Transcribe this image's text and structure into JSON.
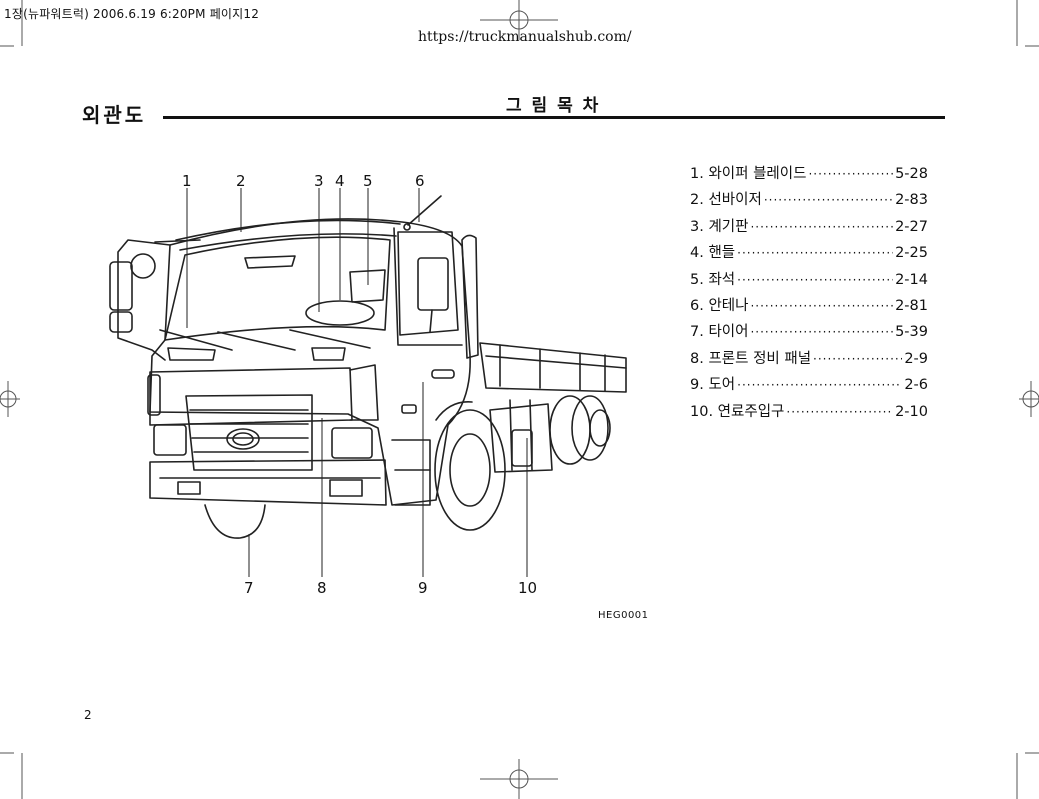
{
  "print_header": "1장(뉴파워트럭)  2006.6.19 6:20PM 페이지12",
  "source_url": "https://truckmanualshub.com/",
  "section_title": "외관도",
  "toc_title": "그 림 목 차",
  "toc": [
    {
      "label": "1. 와이퍼 블레이드",
      "page": "5-28"
    },
    {
      "label": "2. 선바이저",
      "page": "2-83"
    },
    {
      "label": "3. 계기판",
      "page": "2-27"
    },
    {
      "label": "4. 핸들",
      "page": "2-25"
    },
    {
      "label": "5. 좌석",
      "page": "2-14"
    },
    {
      "label": "6. 안테나",
      "page": "2-81"
    },
    {
      "label": "7. 타이어",
      "page": "5-39"
    },
    {
      "label": "8. 프론트 정비 패널",
      "page": "2-9"
    },
    {
      "label": "9. 도어",
      "page": "2-6"
    },
    {
      "label": "10. 연료주입구",
      "page": "2-10"
    }
  ],
  "callouts": {
    "c1": "1",
    "c2": "2",
    "c3": "3",
    "c4": "4",
    "c5": "5",
    "c6": "6",
    "c7": "7",
    "c8": "8",
    "c9": "9",
    "c10": "10"
  },
  "figure_code": "HEG0001",
  "page_number": "2"
}
